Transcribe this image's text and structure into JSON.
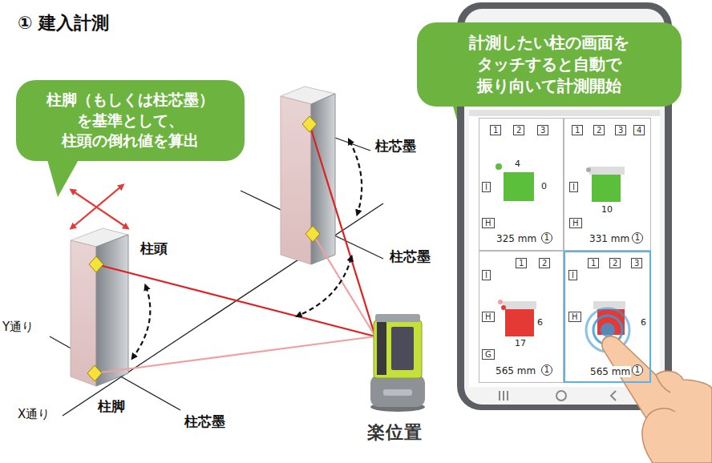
{
  "diagram": {
    "title": "① 建入計測",
    "nodes": [
      {
        "text": [
          "柱脚（もしくは柱芯墨） を基準として、 柱頭の倒れ値を算出"
        ]
      },
      {
        "text": [
          "計測したい柱の画面を タッチすると自動で 振り向いて計測開始"
        ]
      },
      {
        "text": [
          "325 mm"
        ]
      },
      {
        "text": [
          "1"
        ],
        "in": 2
      },
      {
        "text": [
          "2"
        ],
        "in": 2
      },
      {
        "text": [
          "3"
        ],
        "in": 2
      },
      {
        "text": [
          "I"
        ],
        "in": 2
      },
      {
        "text": [
          "H"
        ],
        "in": 2
      },
      {
        "text": [
          "1"
        ],
        "in": 2
      },
      {
        "text": [
          "331 mm"
        ]
      },
      {
        "text": [
          "1"
        ],
        "in": 9
      },
      {
        "text": [
          "2"
        ],
        "in": 9
      },
      {
        "text": [
          "3"
        ],
        "in": 9
      },
      {
        "text": [
          "4"
        ],
        "in": 9
      },
      {
        "text": [
          "I"
        ],
        "in": 9
      },
      {
        "text": [
          "H"
        ],
        "in": 9
      },
      {
        "text": [
          "1"
        ],
        "in": 9
      },
      {
        "text": [
          "565 mm"
        ]
      },
      {
        "text": [
          "1"
        ],
        "in": 17
      },
      {
        "text": [
          "2"
        ],
        "in": 17
      },
      {
        "text": [
          "I"
        ],
        "in": 17
      },
      {
        "text": [
          "H"
        ],
        "in": 17
      },
      {
        "text": [
          "G"
        ],
        "in": 17
      },
      {
        "text": [
          "1"
        ],
        "in": 17
      },
      {
        "text": [
          "565 mm"
        ]
      },
      {
        "text": [
          "1"
        ],
        "in": 24
      },
      {
        "text": [
          "2"
        ],
        "in": 24
      },
      {
        "text": [
          "3"
        ],
        "in": 24
      },
      {
        "text": [
          "I"
        ],
        "in": 24
      },
      {
        "text": [
          "H"
        ],
        "in": 24
      },
      {
        "text": [
          "1"
        ],
        "in": 24
      }
    ],
    "labels": [
      "柱頭",
      "柱芯墨",
      "柱芯墨",
      "Y通り",
      "X通り",
      "柱脚",
      "柱芯墨",
      "楽位置",
      "4",
      "0",
      "10",
      "6",
      "17",
      "6"
    ]
  }
}
